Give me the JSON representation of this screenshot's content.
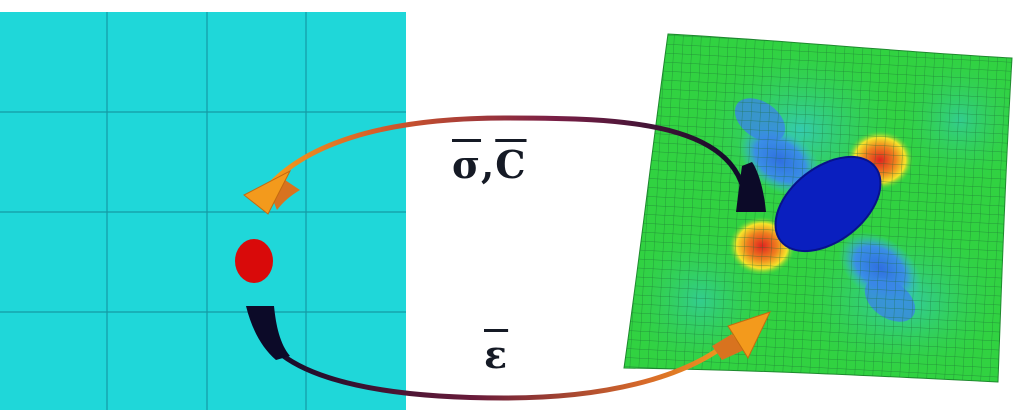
{
  "macro_to_micro_label": "ε",
  "micro_to_macro_label_stress": "σ",
  "micro_to_macro_label_separator": ",",
  "micro_to_macro_label_tangent": "C",
  "colors": {
    "macro_mesh_fill": "#1fd7d9",
    "macro_mesh_lines": "#159aa5",
    "integration_point": "#d90a0a",
    "arrow_dark": "#0c0a28",
    "arrow_mid": "#6a1b3a",
    "arrow_head": "#f39a1c",
    "rve_green": "#31d241",
    "rve_cyan": "#35c9c4",
    "rve_blue": "#3a86e6",
    "inclusion": "#0a1fbf",
    "stress_hot": "#e0231f",
    "stress_warm": "#f6e32a"
  },
  "icons": {
    "integration_point": "circle",
    "transfer_arrows": "curved-arrow"
  }
}
